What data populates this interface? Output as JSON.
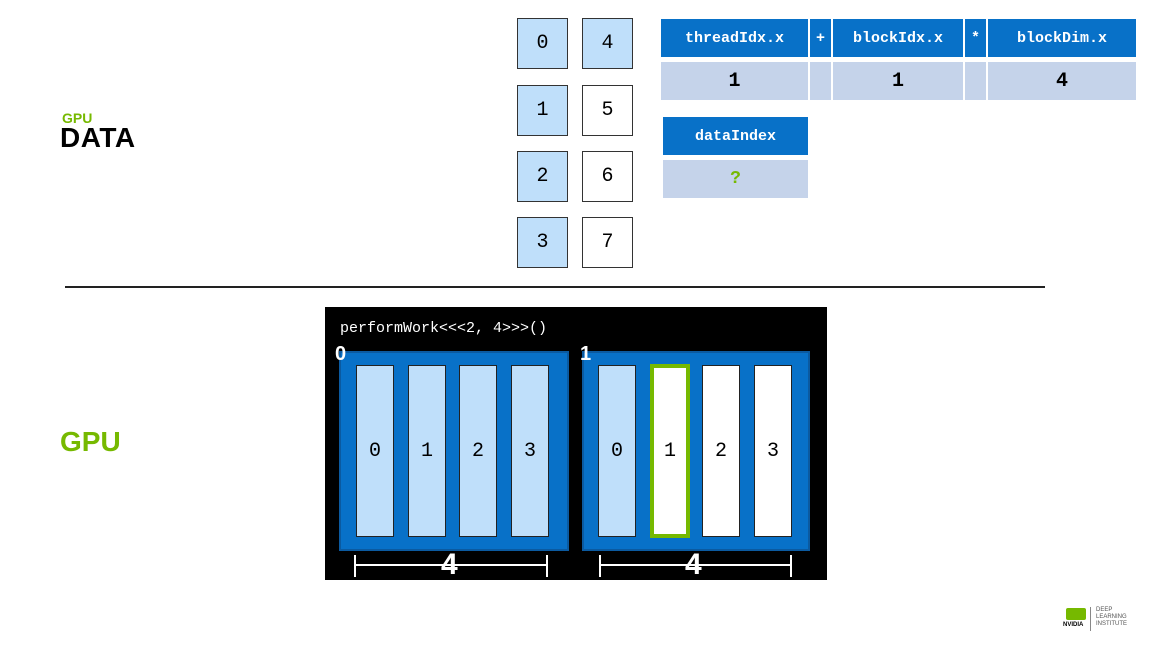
{
  "labels": {
    "gpu_small": "GPU",
    "data": "DATA",
    "gpu": "GPU"
  },
  "data_cells": {
    "col1": [
      "0",
      "1",
      "2",
      "3"
    ],
    "col2": [
      "4",
      "5",
      "6",
      "7"
    ]
  },
  "formula": {
    "headers": [
      "threadIdx.x",
      "+",
      "blockIdx.x",
      "*",
      "blockDim.x"
    ],
    "values": [
      "1",
      "",
      "1",
      "",
      "4"
    ]
  },
  "data_index": {
    "header": "dataIndex",
    "value": "?"
  },
  "gpu": {
    "launch": "performWork<<<2, 4>>>()",
    "blocks": [
      {
        "label": "0",
        "threads": [
          "0",
          "1",
          "2",
          "3"
        ],
        "dim": "4"
      },
      {
        "label": "1",
        "threads": [
          "0",
          "1",
          "2",
          "3"
        ],
        "dim": "4"
      }
    ],
    "highlight": {
      "block": 1,
      "thread": 1
    }
  },
  "logo": {
    "brand": "NVIDIA",
    "line1": "DEEP",
    "line2": "LEARNING",
    "line3": "INSTITUTE"
  },
  "colors": {
    "accent": "#76b900",
    "blue": "#0871c8",
    "light_blue": "#bfdffa"
  }
}
